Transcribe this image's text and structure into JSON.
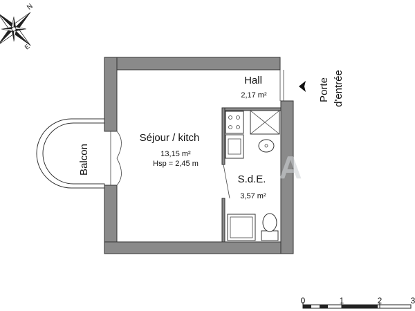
{
  "compass": {
    "north": "N",
    "east": "E"
  },
  "rooms": {
    "hall": {
      "name": "Hall",
      "area": "2,17 m²"
    },
    "sejour": {
      "name": "Séjour / kitch",
      "area": "13,15 m²",
      "height": "Hsp = 2,45 m"
    },
    "sde": {
      "name": "S.d.E.",
      "area": "3,57 m²"
    },
    "balcon": {
      "name": "Balcon"
    }
  },
  "entrance": {
    "line1": "Porte",
    "line2": "d'entrée"
  },
  "watermark": "A",
  "scale": {
    "labels": [
      "0",
      "1",
      "2",
      "3"
    ]
  },
  "colors": {
    "wall": "#8a8a8a",
    "outline": "#333333",
    "background": "#ffffff"
  }
}
